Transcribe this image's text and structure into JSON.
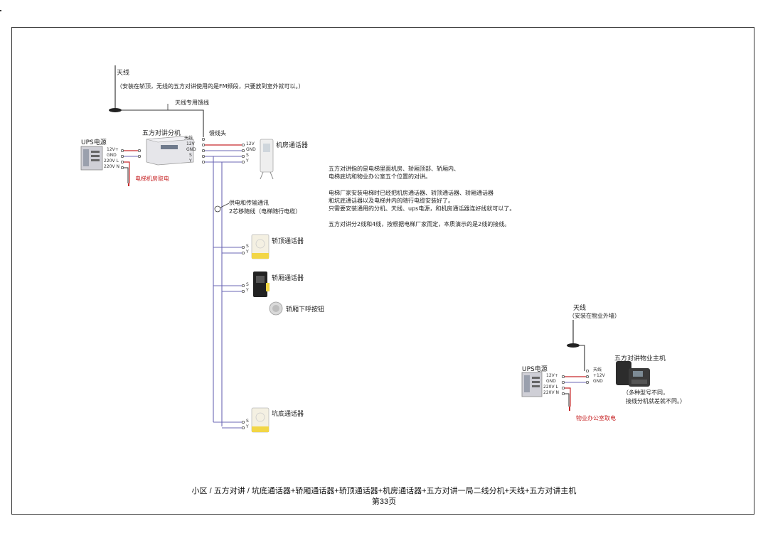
{
  "antenna_top": {
    "label": "天线",
    "note": "（安装在轿顶，无线的五方对讲使用的是FM频段，只要放到室外就可以。）",
    "cable_label": "天线专用馈线",
    "connector_label": "馈线头"
  },
  "splitter": {
    "title": "五方对讲分机",
    "terminals_right": [
      "天线",
      "12V",
      "GND",
      "S",
      "Y"
    ],
    "terminals_left": [
      "12V+",
      "GND",
      "220V L",
      "220V N"
    ]
  },
  "ups_top": {
    "title": "UPS电源",
    "power_note": "电梯机房取电"
  },
  "machine_room": {
    "title": "机房通话器",
    "terminals": [
      "12V",
      "GND",
      "S",
      "Y"
    ]
  },
  "trailing_cable": {
    "line1": "供电和传输通讯",
    "line2": "2芯移随线（电梯随行电缆）"
  },
  "car_top": {
    "title": "轿顶通话器",
    "terminals": [
      "S",
      "Y"
    ]
  },
  "car": {
    "title": "轿厢通话器",
    "terminals": [
      "S",
      "Y"
    ]
  },
  "car_button": {
    "title": "轿厢下呼按钮"
  },
  "pit": {
    "title": "坑底通话器",
    "terminals": [
      "S",
      "Y"
    ]
  },
  "description": {
    "lines": [
      "五方对讲指的是电梯里面机房、轿厢顶部、轿厢内、",
      "电梯底坑和物业办公室五个位置的对讲。",
      "",
      "电梯厂家安装电梯时已经把机房通话器、轿顶通话器、轿厢通话器",
      "和坑底通话器以及电梯井内的随行电缆安装好了。",
      "只需要安装通用的分机、天线、ups电源，和机房通话器连好线就可以了。",
      "",
      "五方对讲分2线和4线，按根据电梯厂家而定，本质演示的是2线的接线。"
    ]
  },
  "antenna_bottom": {
    "label": "天线",
    "note": "（安装在物业外墙）"
  },
  "host": {
    "title": "五方对讲物业主机",
    "terminals": [
      "天线",
      "+12V",
      "GND"
    ],
    "note_line1": "（多种型号不同，",
    "note_line2": "接线分机就差就不同。）"
  },
  "ups_bottom": {
    "title": "UPS电源",
    "terminals": [
      "12V+",
      "GND",
      "220V L",
      "220V N"
    ],
    "power_note": "物业办公室取电"
  },
  "caption": {
    "line1": "小区 / 五方对讲 / 坑底通话器+轿厢通话器+轿顶通话器+机房通话器+五方对讲一局二线分机+天线+五方对讲主机",
    "line2": "第33页"
  },
  "colors": {
    "power": "#c8282a",
    "wire": "#6b67b5",
    "frame": "#333333"
  }
}
